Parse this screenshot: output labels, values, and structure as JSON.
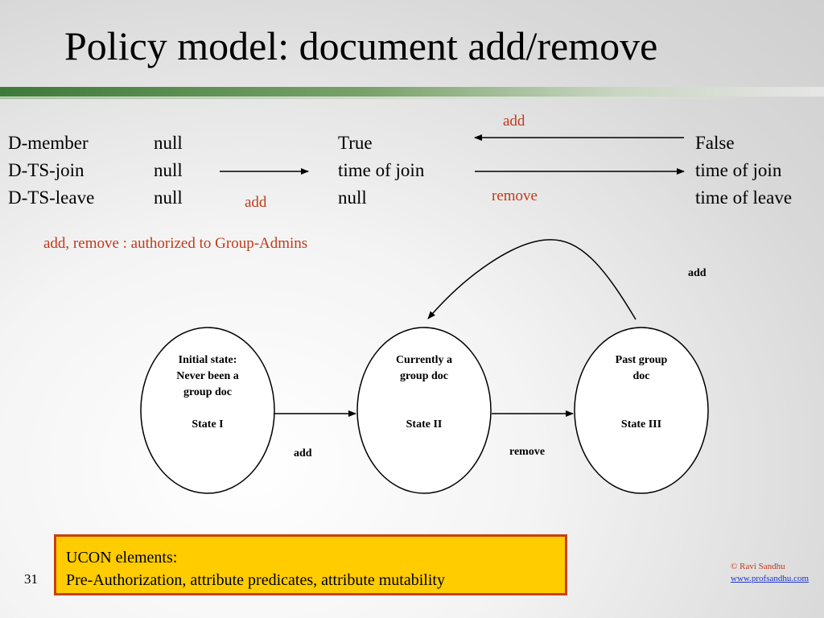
{
  "title": "Policy model: document add/remove",
  "attributes": {
    "names": [
      "D-member",
      "D-TS-join",
      "D-TS-leave"
    ],
    "col1": [
      "null",
      "null",
      "null"
    ],
    "col2": [
      "True",
      "time of join",
      "null"
    ],
    "col3": [
      "False",
      "time of join",
      "time of leave"
    ]
  },
  "arrow_labels": {
    "add_top": "add",
    "remove_mid": "remove",
    "add_lower": "add"
  },
  "authorization_note": "add, remove : authorized to Group-Admins",
  "states": [
    {
      "lines": [
        "Initial state:",
        "Never been a",
        "group doc",
        "",
        "State I"
      ]
    },
    {
      "lines": [
        "Currently a",
        "group doc",
        "",
        "",
        "State II"
      ]
    },
    {
      "lines": [
        "Past group",
        "doc",
        "",
        "",
        "State III"
      ]
    }
  ],
  "transitions": {
    "add": "add",
    "remove": "remove",
    "back_add": "add"
  },
  "ucon": {
    "line1": "UCON elements:",
    "line2": "Pre-Authorization, attribute predicates, attribute mutability"
  },
  "slide_number": "31",
  "copyright": {
    "author": "© Ravi Sandhu",
    "url": "www.profsandhu.com"
  }
}
